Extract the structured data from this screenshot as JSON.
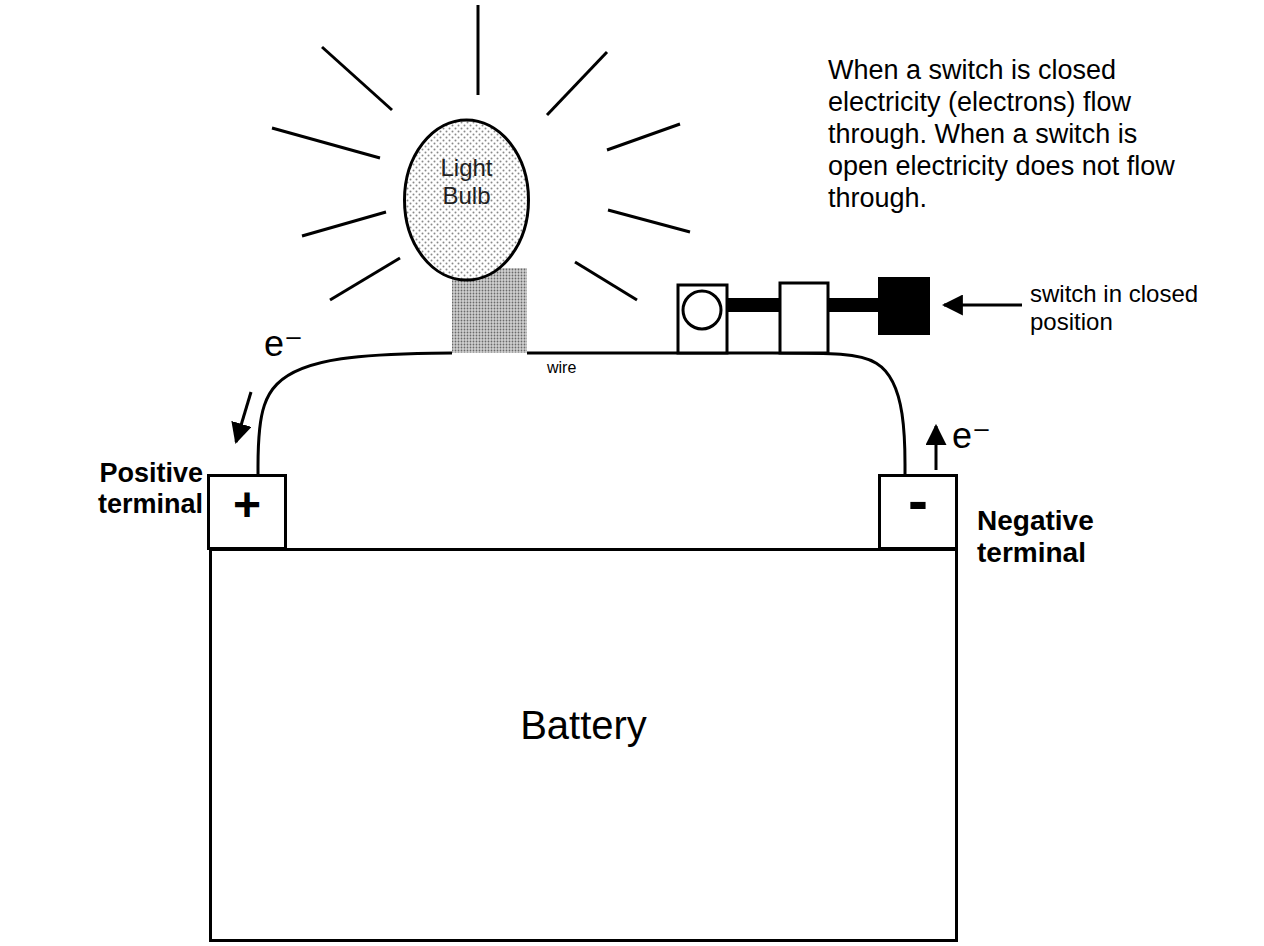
{
  "diagram": {
    "nodes": [
      {
        "text": [
          "Light Bulb"
        ]
      },
      {
        "text": [
          "+",
          "Positive terminal"
        ]
      },
      {
        "text": [
          "-",
          "Negative terminal"
        ]
      },
      {
        "text": [
          "Battery"
        ]
      }
    ],
    "edges": [
      {
        "from": 0,
        "to": 1,
        "arrow": "none"
      },
      {
        "from": 2,
        "to": 0,
        "arrow": "none",
        "label": "wire"
      }
    ],
    "labels": [
      "When a switch is closed electricity (electrons) flow through. When a switch is open electricity does not flow through.",
      "switch in closed position",
      "e⁻",
      "e⁻"
    ]
  }
}
